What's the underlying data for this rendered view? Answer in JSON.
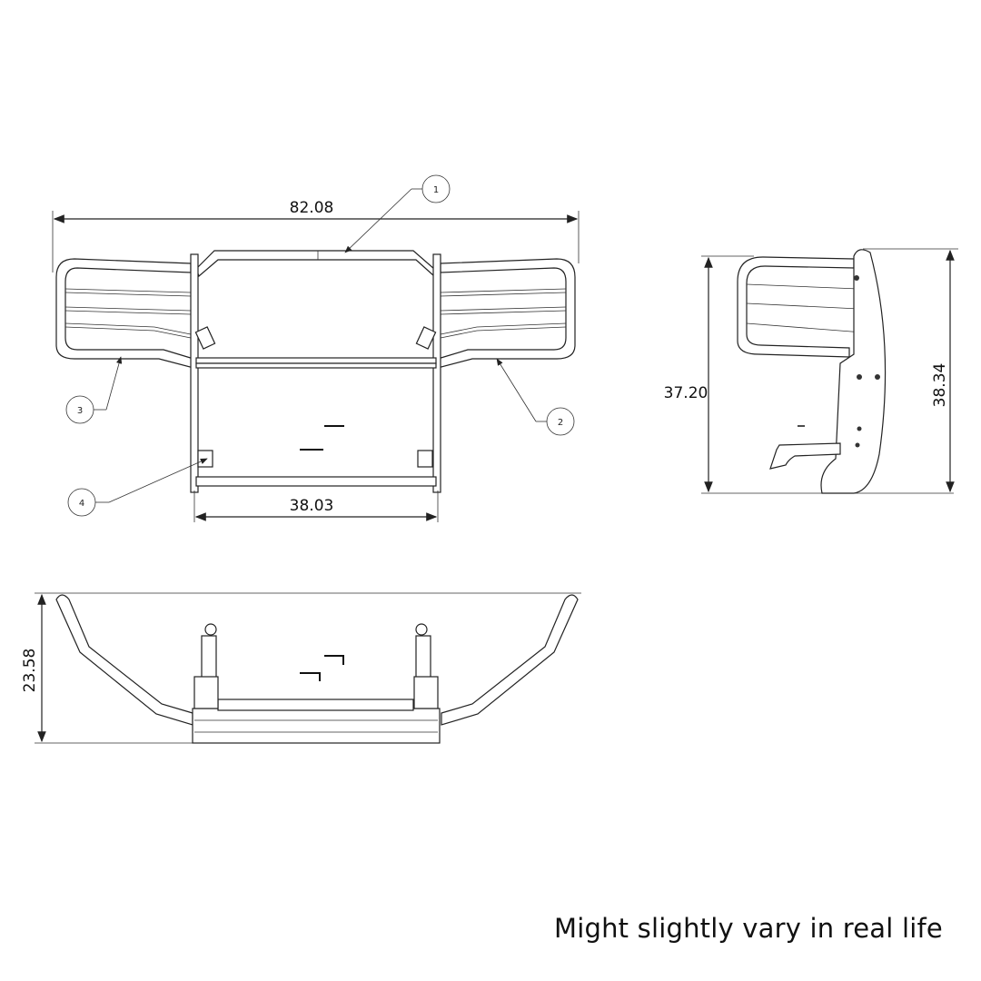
{
  "drawing": {
    "front_view": {
      "overall_width": "82.08",
      "inner_width": "38.03",
      "callouts": [
        "1",
        "2",
        "3",
        "4"
      ]
    },
    "side_view": {
      "height_front": "37.20",
      "height_overall": "38.34"
    },
    "top_view": {
      "depth": "23.58"
    }
  },
  "footer": {
    "note": "Might slightly vary in real life"
  },
  "colors": {
    "line": "#222222",
    "background": "#ffffff"
  }
}
